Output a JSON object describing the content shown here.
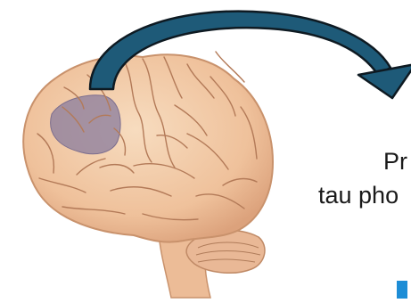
{
  "captions": {
    "line1": "Pr",
    "line2": "tau pho"
  },
  "colors": {
    "brain_fill": "#f1c8a3",
    "brain_fold": "#b37a58",
    "brain_outline": "#c9926c",
    "highlight_region": "#8d7f9e",
    "arrow_fill": "#1e5a78",
    "arrow_outline": "#0e1a22",
    "bullet": "#1d8dd6"
  },
  "icons": {
    "arrow": "curved-arrow-icon",
    "brain": "brain-illustration",
    "bullet": "bullet-square"
  }
}
